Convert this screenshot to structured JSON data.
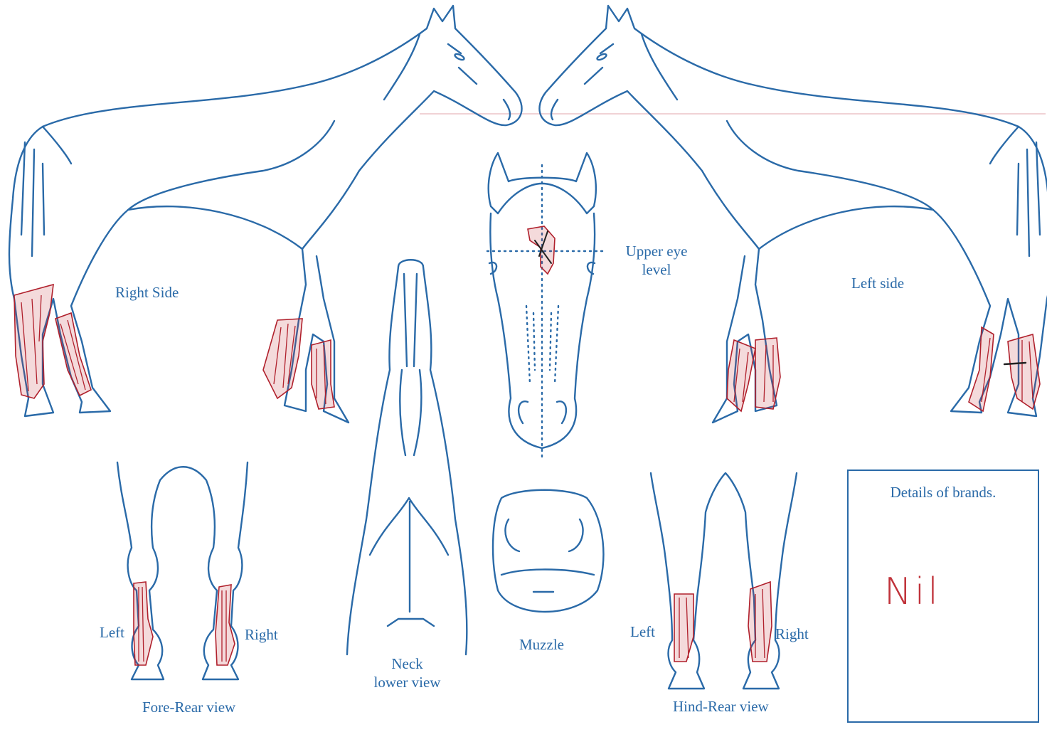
{
  "labels": {
    "right_side": "Right Side",
    "left_side": "Left side",
    "upper_eye_level_1": "Upper eye",
    "upper_eye_level_2": "level",
    "fore_left": "Left",
    "fore_right": "Right",
    "fore_rear_view": "Fore-Rear view",
    "neck_1": "Neck",
    "neck_2": "lower view",
    "muzzle": "Muzzle",
    "hind_left": "Left",
    "hind_right": "Right",
    "hind_rear_view": "Hind-Rear view"
  },
  "brands": {
    "title": "Details of brands.",
    "value": "Nil"
  },
  "colors": {
    "outline": "#2a6aa8",
    "marking": "#b0202c"
  }
}
